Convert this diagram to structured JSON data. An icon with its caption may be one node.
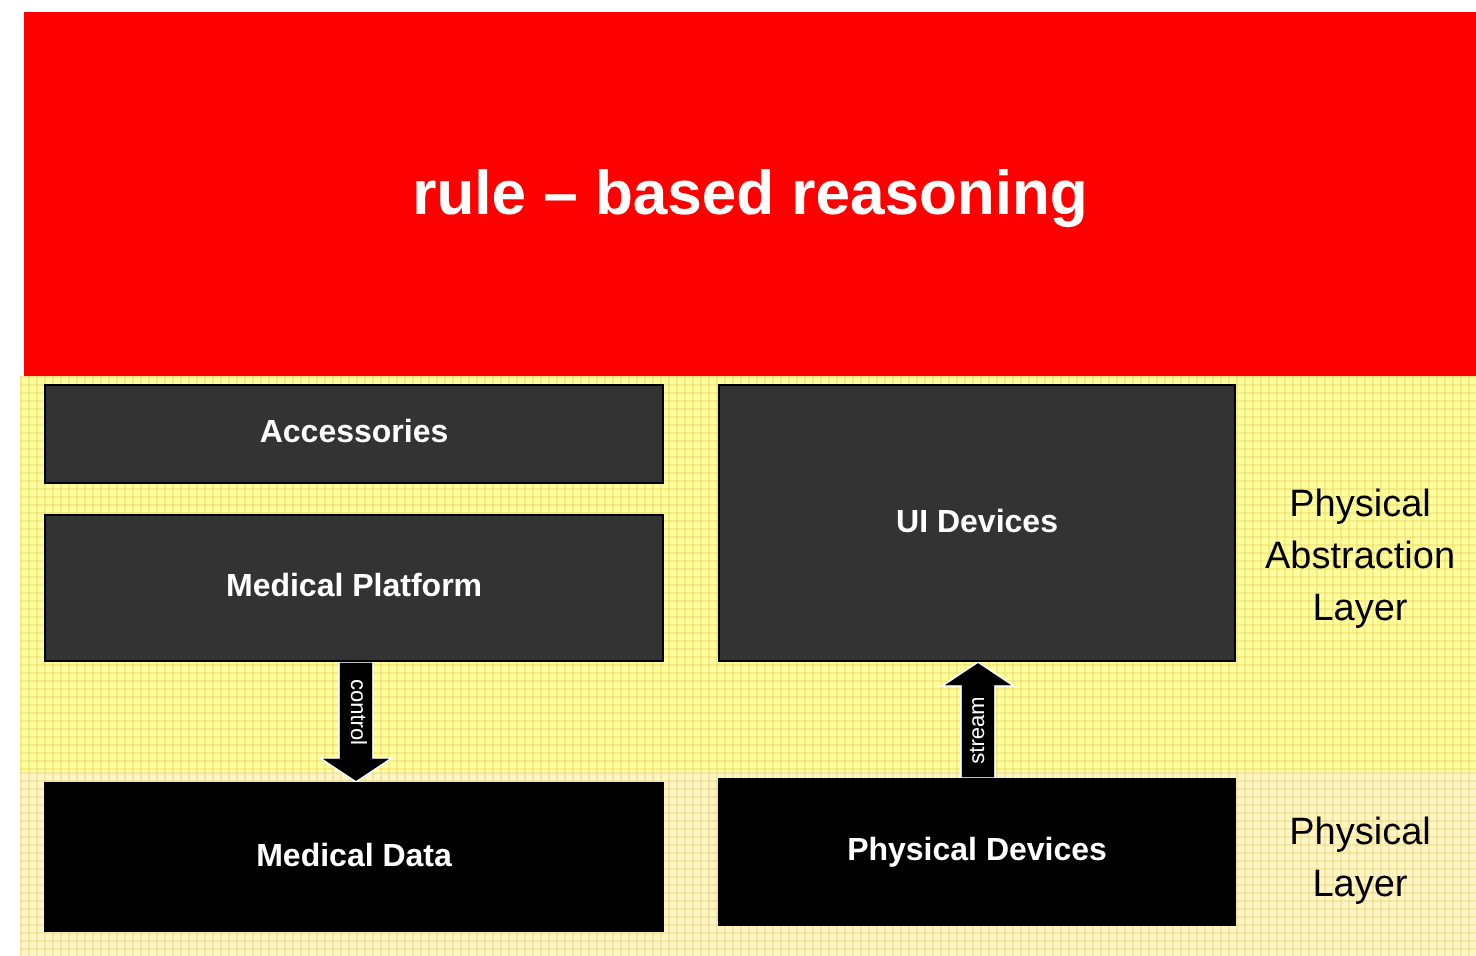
{
  "diagram": {
    "nodes": [
      {
        "text": [
          "rule – based reasoning"
        ]
      },
      {
        "text": [
          "Accessories"
        ]
      },
      {
        "text": [
          "Medical Platform"
        ]
      },
      {
        "text": [
          "UI Devices"
        ]
      },
      {
        "text": [
          "Medical Data"
        ]
      },
      {
        "text": [
          "Physical Devices"
        ]
      }
    ],
    "edges": [
      {
        "from": 2,
        "to": 4,
        "arrow": "to",
        "label": "control",
        "style": "thick"
      },
      {
        "from": 5,
        "to": 3,
        "arrow": "to",
        "label": "stream",
        "style": "thick"
      }
    ],
    "labels": [
      "Physical Abstraction Layer",
      "Physical Layer"
    ]
  }
}
